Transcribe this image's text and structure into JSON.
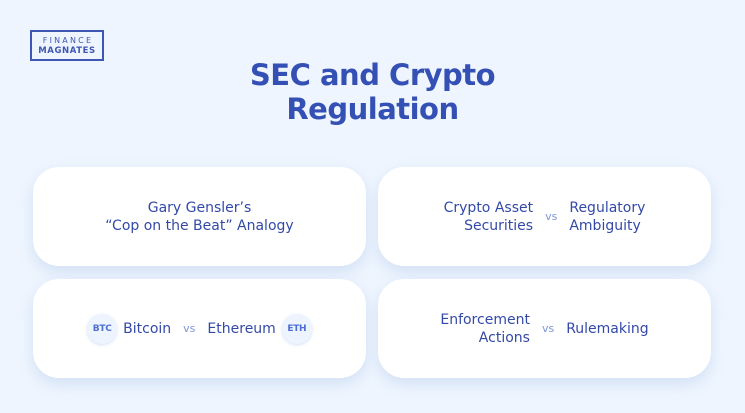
{
  "logo": {
    "line1": "FINANCE",
    "line2": "MAGNATES"
  },
  "title": {
    "line1": "SEC and Crypto",
    "line2": "Regulation"
  },
  "cards": [
    {
      "line1": "Gary Gensler’s",
      "line2": "“Cop on the Beat” Analogy"
    },
    {
      "left_line1": "Crypto Asset",
      "left_line2": "Securities",
      "vs": "vs",
      "right_line1": "Regulatory",
      "right_line2": "Ambiguity"
    },
    {
      "left_badge": "BTC",
      "left": "Bitcoin",
      "vs": "vs",
      "right": "Ethereum",
      "right_badge": "ETH"
    },
    {
      "left_line1": "Enforcement",
      "left_line2": "Actions",
      "vs": "vs",
      "right": "Rulemaking"
    }
  ],
  "colors": {
    "background": "#eef5fe",
    "primary": "#3450b4",
    "vs": "#7e95d8",
    "card": "#ffffff"
  }
}
